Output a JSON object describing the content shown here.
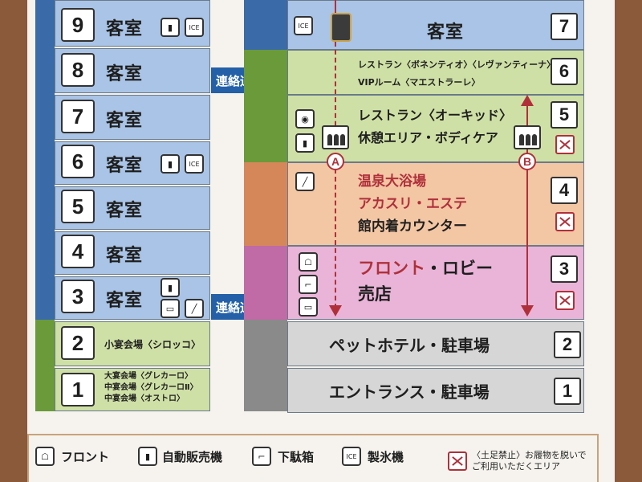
{
  "left_tower": {
    "floors": [
      {
        "number": "9",
        "label": "客室"
      },
      {
        "number": "8",
        "label": "客室"
      },
      {
        "number": "7",
        "label": "客室"
      },
      {
        "number": "6",
        "label": "客室"
      },
      {
        "number": "5",
        "label": "客室"
      },
      {
        "number": "4",
        "label": "客室"
      },
      {
        "number": "3",
        "label": "客室"
      },
      {
        "number": "2",
        "label": "小宴会場〈シロッコ〉"
      },
      {
        "number": "1",
        "lines": [
          "大宴会場〈グレカーロ〉",
          "中宴会場〈グレカーロⅡ〉",
          "中宴会場〈オストロ〉"
        ]
      }
    ]
  },
  "links": [
    {
      "label": "連絡通路"
    },
    {
      "label": "連絡通路"
    }
  ],
  "right_tower": {
    "floors": [
      {
        "number": "7",
        "lines": [
          "客室"
        ]
      },
      {
        "number": "6",
        "lines": [
          "レストラン〈ボネンティオ〉〈レヴァンティーナ〉",
          "VIPルーム〈マエストラーレ〉"
        ]
      },
      {
        "number": "5",
        "lines": [
          "レストラン〈オーキッド〉",
          "休憩エリア・ボディケア"
        ]
      },
      {
        "number": "4",
        "lines": [
          "温泉大浴場",
          "アカスリ・エステ",
          "館内着カウンター"
        ]
      },
      {
        "number": "3",
        "lines": [
          "フロント",
          "・ロビー",
          "売店"
        ]
      },
      {
        "number": "2",
        "lines": [
          "ペットホテル・駐車場"
        ]
      },
      {
        "number": "1",
        "lines": [
          "エントランス・駐車場"
        ]
      }
    ],
    "elevators": [
      {
        "label": "A"
      },
      {
        "label": "B"
      }
    ]
  },
  "icons": {
    "ice": "ICE"
  },
  "legend": {
    "items": [
      {
        "label": "フロント"
      },
      {
        "label": "自動販売機"
      },
      {
        "label": "下駄箱"
      },
      {
        "label": "製氷機"
      }
    ],
    "note": [
      "〈土足禁止〉お履物を脱いで",
      "ご利用いただくエリア"
    ]
  },
  "colors": {
    "blue_floor": "#a9c4e6",
    "green_floor": "#cfe0a6",
    "orange_floor": "#f3c6a4",
    "pink_floor": "#e9b4d8",
    "gray_floor": "#d6d6d6",
    "red_text": "#b0303a",
    "link_blue": "#2460a8"
  }
}
